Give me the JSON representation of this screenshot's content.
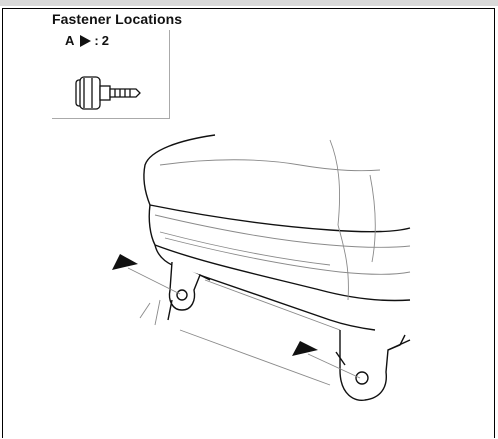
{
  "title": "Fastener Locations",
  "fastener": {
    "letter": "A",
    "separator": ":",
    "count": "2",
    "icon": "flange-bolt-icon"
  },
  "markers": {
    "icon": "location-arrow-icon",
    "count": 2
  },
  "colors": {
    "ink": "#111111",
    "line": "#8a8a8a",
    "background": "#ffffff"
  }
}
